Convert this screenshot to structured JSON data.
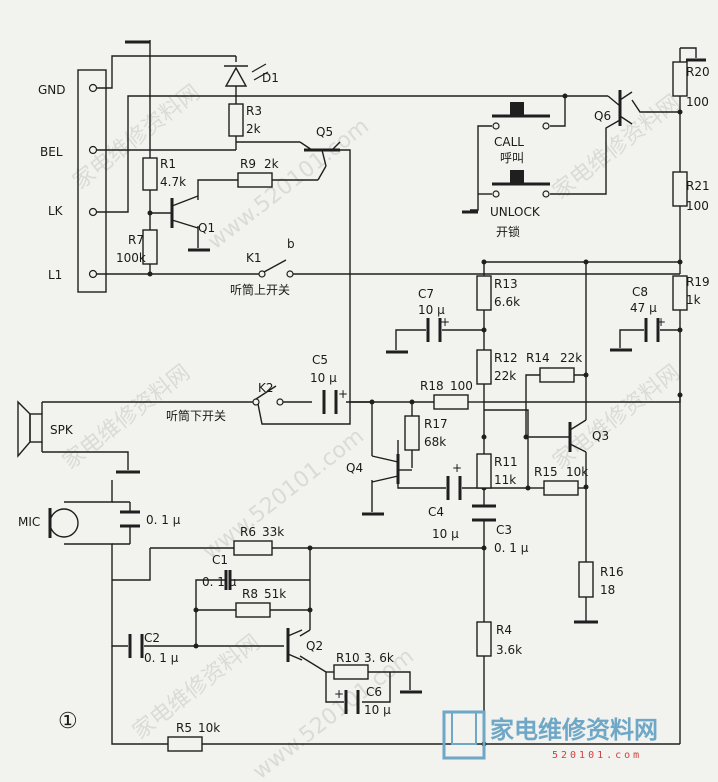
{
  "terminals": {
    "gnd": "GND",
    "bel": "BEL",
    "lk": "LK",
    "l1": "L1"
  },
  "components": {
    "d1": "D1",
    "r3": "R3",
    "r3_val": "2k",
    "q5": "Q5",
    "r1": "R1",
    "r1_val": "4.7k",
    "r9": "R9",
    "r9_val": "2k",
    "q1": "Q1",
    "r7": "R7",
    "r7_val": "100k",
    "k1": "K1",
    "k1_b": "b",
    "k1_desc": "听筒上开关",
    "call_label": "CALL",
    "call_cn": "呼叫",
    "unlock_label": "UNLOCK",
    "unlock_cn": "开锁",
    "q6": "Q6",
    "r20": "R20",
    "r20_val": "100",
    "r21": "R21",
    "r21_val": "100",
    "r19": "R19",
    "r19_val": "1k",
    "c7": "C7",
    "c7_val": "10 µ",
    "r13": "R13",
    "r13_val": "6.6k",
    "c8": "C8",
    "c8_val": "47 µ",
    "r12": "R12",
    "r12_val": "22k",
    "r14": "R14",
    "r14_val": "22k",
    "k2": "K2",
    "k2_desc": "听筒下开关",
    "c5": "C5",
    "c5_val": "10 µ",
    "r18": "R18",
    "r18_val": "100",
    "spk": "SPK",
    "r17": "R17",
    "r17_val": "68k",
    "q3": "Q3",
    "q4": "Q4",
    "r11": "R11",
    "r11_val": "11k",
    "r15": "R15",
    "r15_val": "10k",
    "c4": "C4",
    "c4_val": "10 µ",
    "mic": "MIC",
    "mic_cap_val": "0. 1 µ",
    "c3": "C3",
    "c3_val": "0. 1 µ",
    "r6": "R6",
    "r6_val": "33k",
    "c1": "C1",
    "c1_val": "0. 1 µ",
    "r8": "R8",
    "r8_val": "51k",
    "r16": "R16",
    "r16_val": "18",
    "c2": "C2",
    "c2_val": "0. 1 µ",
    "q2": "Q2",
    "r4": "R4",
    "r4_val": "3.6k",
    "r10": "R10",
    "r10_val": "3. 6k",
    "c6": "C6",
    "c6_val": "10 µ",
    "r5": "R5",
    "r5_val": "10k"
  },
  "figure_number": "①",
  "watermark": {
    "text_cn": "家电维修资料网",
    "url": "www.520101.com",
    "brand_cn": "家电维修资料网",
    "brand_url": "520101.com"
  }
}
